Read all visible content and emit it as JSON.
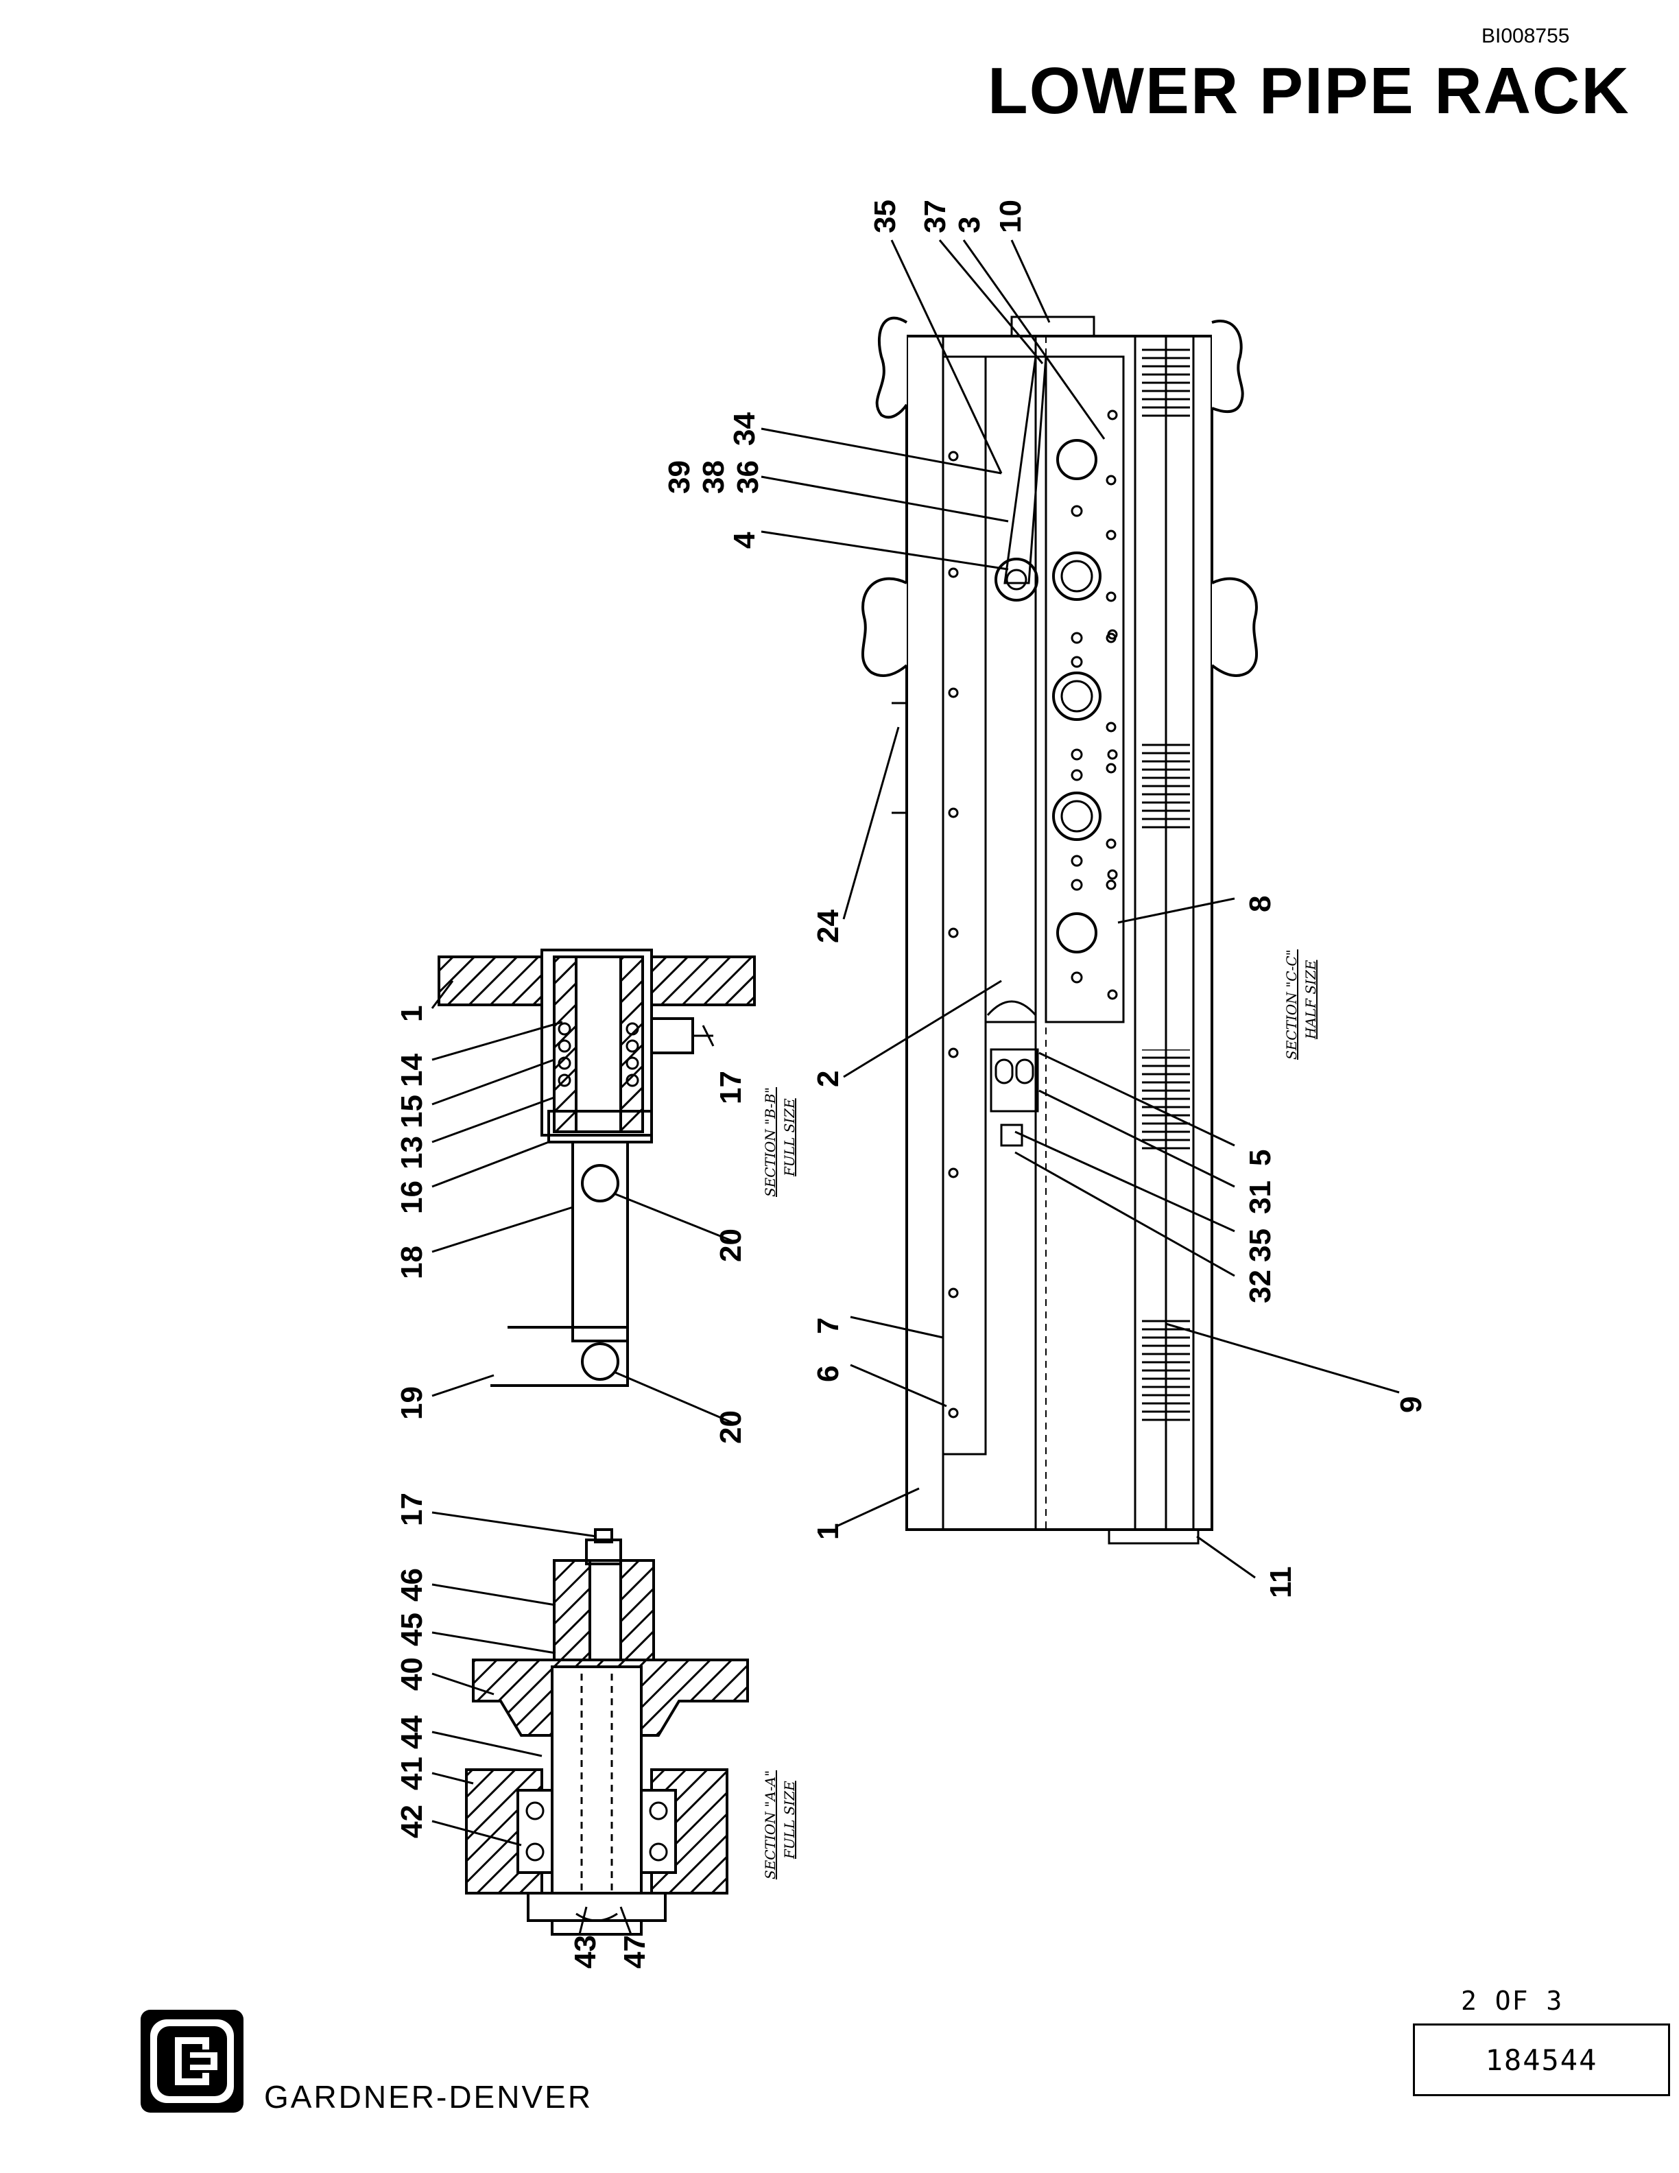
{
  "document_id": "BI008755",
  "title": "LOWER  PIPE RACK",
  "page": "2 OF 3",
  "part_number": "184544",
  "brand": "GARDNER-DENVER",
  "logo_icon": "gardner-denver-logo-icon",
  "sections": {
    "cc": {
      "title": "SECTION \"C-C\"",
      "scale": "HALF SIZE"
    },
    "bb": {
      "title": "SECTION \"B-B\"",
      "scale": "FULL SIZE"
    },
    "aa": {
      "title": "SECTION \"A-A\"",
      "scale": "FULL SIZE"
    }
  },
  "callouts": {
    "main": [
      "35",
      "37",
      "3",
      "10",
      "34",
      "39",
      "38",
      "36",
      "4",
      "24",
      "8",
      "2",
      "5",
      "31",
      "35",
      "32",
      "6",
      "7",
      "9",
      "1",
      "11"
    ],
    "bb": [
      "1",
      "14",
      "15",
      "13",
      "16",
      "18",
      "17",
      "20",
      "19",
      "20"
    ],
    "aa": [
      "17",
      "46",
      "45",
      "40",
      "44",
      "41",
      "42",
      "43",
      "47"
    ]
  }
}
